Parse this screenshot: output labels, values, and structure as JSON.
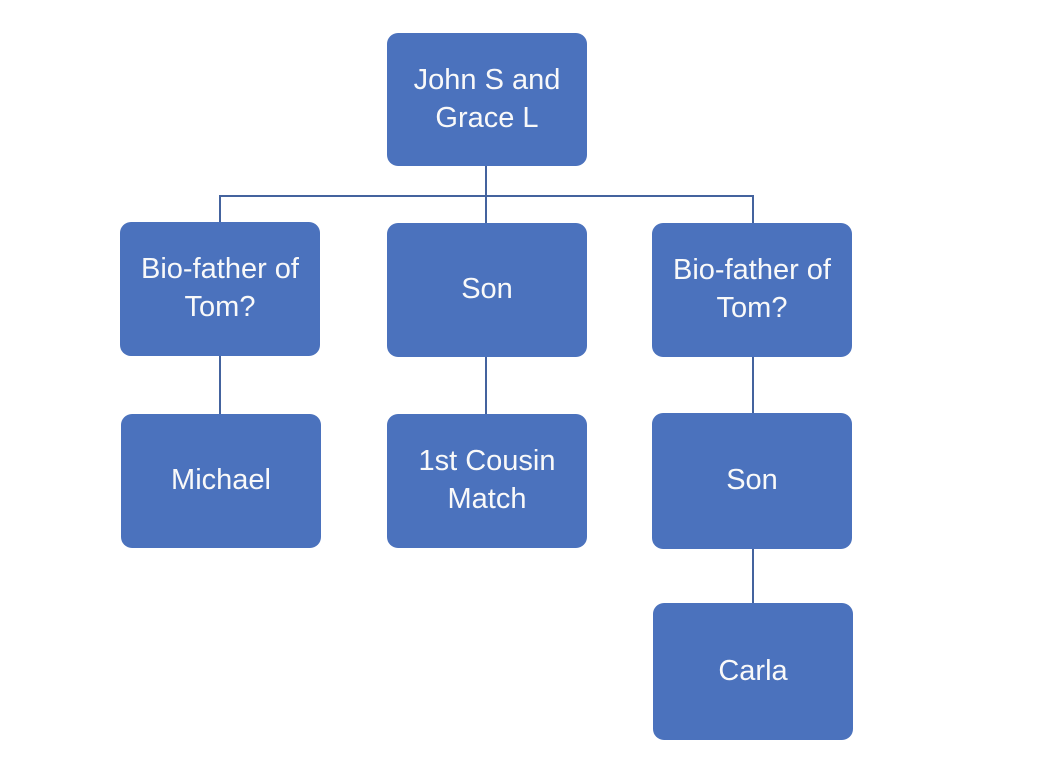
{
  "diagram": {
    "type": "family-tree-org-chart",
    "background_color": "#ffffff",
    "node_fill_color": "#4b72bd",
    "node_text_color": "#f9f9f9",
    "connector_color": "#44639e",
    "nodes": {
      "root": {
        "label": "John S and Grace L"
      },
      "bio_left": {
        "label": "Bio-father of Tom?"
      },
      "son_mid": {
        "label": "Son"
      },
      "bio_right": {
        "label": "Bio-father of Tom?"
      },
      "michael": {
        "label": "Michael"
      },
      "cousin": {
        "label": "1st Cousin Match"
      },
      "son_right": {
        "label": "Son"
      },
      "carla": {
        "label": "Carla"
      }
    },
    "edges": [
      {
        "from": "root",
        "to": "bio_left"
      },
      {
        "from": "root",
        "to": "son_mid"
      },
      {
        "from": "root",
        "to": "bio_right"
      },
      {
        "from": "bio_left",
        "to": "michael"
      },
      {
        "from": "son_mid",
        "to": "cousin"
      },
      {
        "from": "bio_right",
        "to": "son_right"
      },
      {
        "from": "son_right",
        "to": "carla"
      }
    ]
  }
}
